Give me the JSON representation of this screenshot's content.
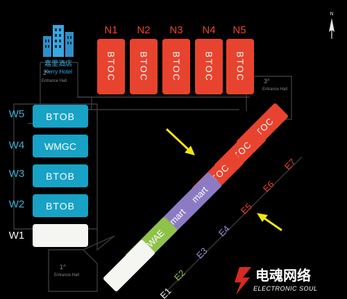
{
  "colors": {
    "background": "#000000",
    "outline": "#3a3a3a",
    "red": "#e8432e",
    "red_label": "#e8432e",
    "teal": "#17a2c6",
    "teal_label": "#3ab0d8",
    "purple": "#8c7bc4",
    "purple_label": "#9b8ccc",
    "green": "#8fc24a",
    "green_label": "#8fc24a",
    "white": "#f5f5f2",
    "arrow": "#f2e516",
    "logo_red": "#d62b1f"
  },
  "hotel": {
    "name_cn": "嘉里酒店",
    "name_en": "Kerry Hotel"
  },
  "compass": {
    "label": "N"
  },
  "north_halls": [
    {
      "id": "N1",
      "label": "BTOC"
    },
    {
      "id": "N2",
      "label": "BTOC"
    },
    {
      "id": "N3",
      "label": "BTOC"
    },
    {
      "id": "N4",
      "label": "BTOC"
    },
    {
      "id": "N5",
      "label": "BTOC"
    }
  ],
  "west_halls": [
    {
      "id": "W5",
      "label": "BTOB"
    },
    {
      "id": "W4",
      "label": "WMGC"
    },
    {
      "id": "W3",
      "label": "BTOB"
    },
    {
      "id": "W2",
      "label": "BTOB"
    },
    {
      "id": "W1",
      "label": ""
    }
  ],
  "east_halls": [
    {
      "id": "E7",
      "label": "BTOC"
    },
    {
      "id": "E6",
      "label": "BTOC"
    },
    {
      "id": "E5",
      "label": "BTOC"
    },
    {
      "id": "E4",
      "label": "eSmart"
    },
    {
      "id": "E3",
      "label": "eSmart"
    },
    {
      "id": "E2",
      "label": "CAWAE"
    },
    {
      "id": "E1",
      "label": ""
    }
  ],
  "entrances": [
    {
      "num": "2",
      "sup": "#",
      "text": "Entrance Hall"
    },
    {
      "num": "3",
      "sup": "#",
      "text": "Entrance Hall"
    },
    {
      "num": "1",
      "sup": "#",
      "text": "Entrance Hall"
    }
  ],
  "logo": {
    "cn": "电魂网络",
    "en": "ELECTRONIC SOUL"
  }
}
